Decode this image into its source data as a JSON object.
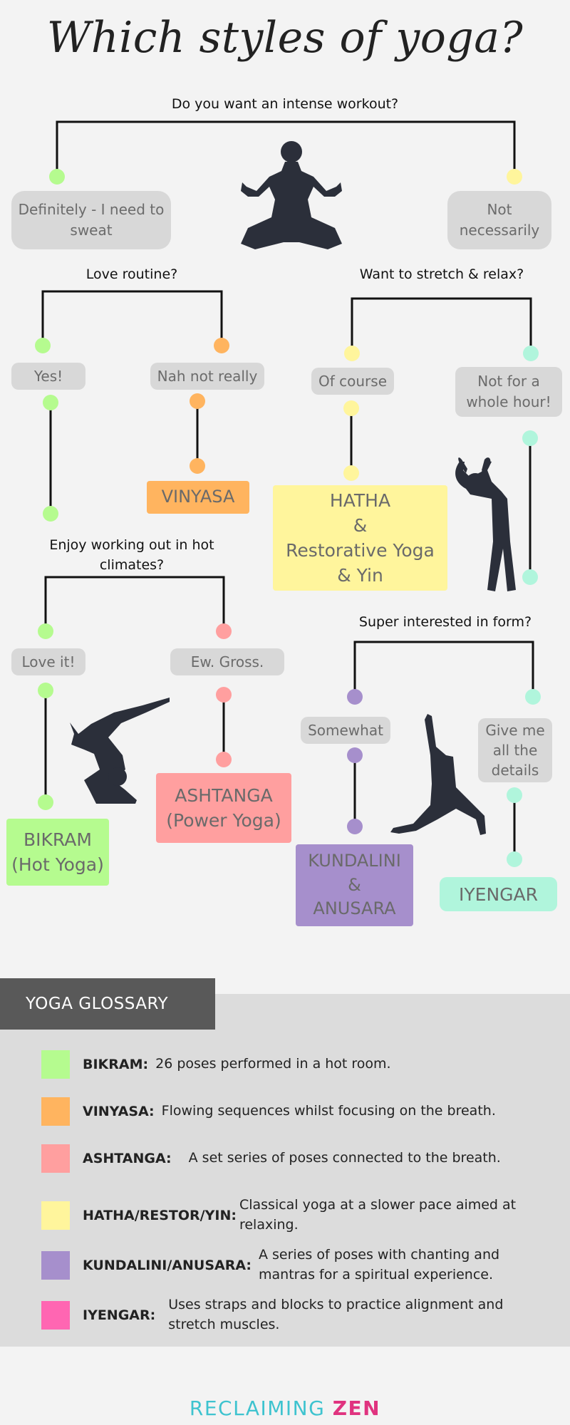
{
  "title": "Which styles of yoga?",
  "questions": {
    "q1": "Do you want an intense workout?",
    "q2": "Love routine?",
    "q3": "Want to stretch & relax?",
    "q4": "Enjoy working out in hot climates?",
    "q5": "Super interested in form?"
  },
  "answers": {
    "definitely": "Definitely - I need to sweat",
    "not_necessarily": "Not necessarily",
    "yes": "Yes!",
    "nah": "Nah not really",
    "of_course": "Of course",
    "not_hour": "Not for a whole hour!",
    "love_it": "Love it!",
    "ew": "Ew. Gross.",
    "somewhat": "Somewhat",
    "details": "Give me all the details"
  },
  "results": {
    "vinyasa": "VINYASA",
    "hatha": "HATHA\n&\nRestorative Yoga\n& Yin",
    "ashtanga": "ASHTANGA\n(Power Yoga)",
    "bikram": "BIKRAM\n(Hot Yoga)",
    "kundalini": "KUNDALINI\n&\nANUSARA",
    "iyengar": "IYENGAR"
  },
  "colors": {
    "green": "#b5fb8f",
    "orange": "#ffb45f",
    "pink": "#ff9f9f",
    "yellow": "#fff59c",
    "purple": "#a68fcc",
    "teal": "#b0f5dc",
    "magenta": "#ff66b2",
    "silhouette": "#2b2f3a"
  },
  "glossary": {
    "heading": "YOGA GLOSSARY",
    "items": [
      {
        "key": "BIKRAM:",
        "def": "26 poses performed in a hot room.",
        "color": "#b5fb8f"
      },
      {
        "key": "VINYASA:",
        "def": "Flowing sequences whilst focusing on the breath.",
        "color": "#ffb45f"
      },
      {
        "key": "ASHTANGA:",
        "def": "A set series of poses connected to the breath.",
        "color": "#ff9f9f"
      },
      {
        "key": "HATHA/RESTOR/YIN:",
        "def": "Classical yoga at a slower pace aimed at relaxing.",
        "color": "#fff59c"
      },
      {
        "key": "KUNDALINI/ANUSARA:",
        "def": "A series of poses with chanting and mantras for a spiritual experience.",
        "color": "#a68fcc"
      },
      {
        "key": "IYENGAR:",
        "def": "Uses straps and blocks to practice alignment and stretch muscles.",
        "color": "#ff66b2"
      }
    ]
  },
  "footer": {
    "part1": "RECLAIMING ",
    "part2": "ZEN"
  },
  "icons": [
    "meditation-figure-icon",
    "stretch-figure-icon",
    "forearm-stand-figure-icon",
    "warrior-figure-icon",
    "lotus-logo-icon"
  ]
}
